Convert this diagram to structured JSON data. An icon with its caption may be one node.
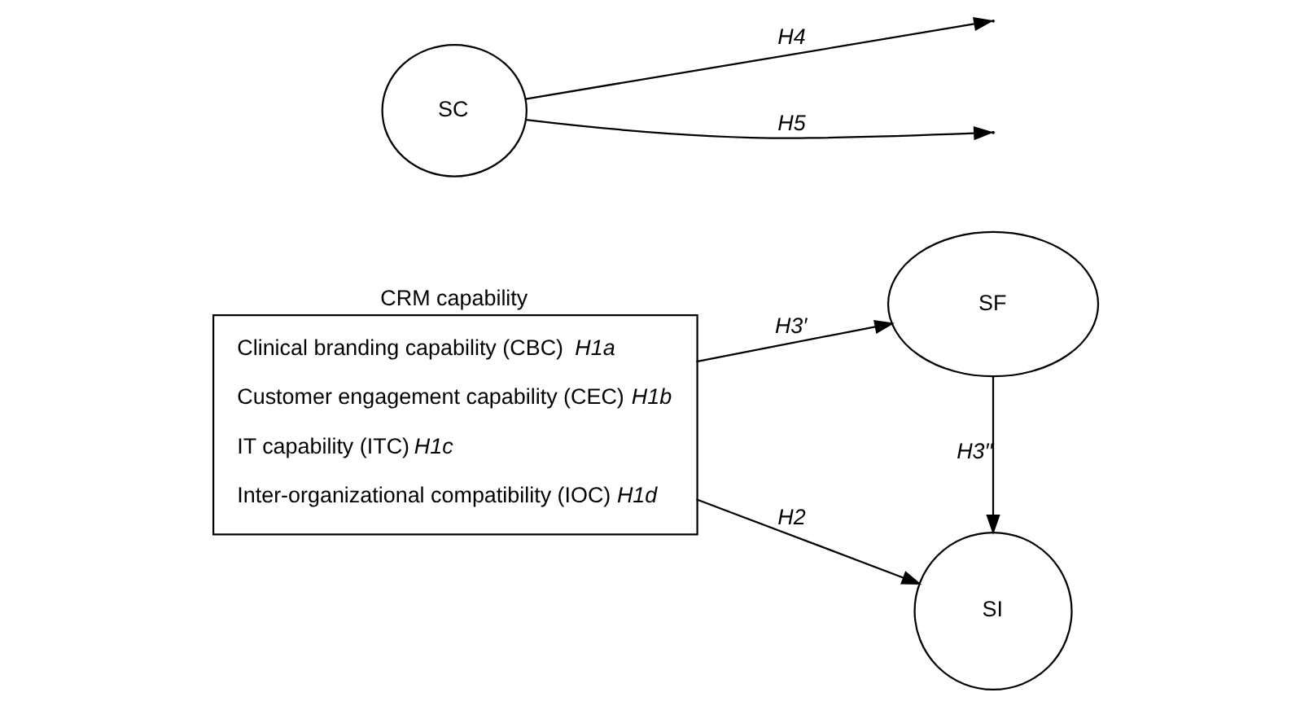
{
  "diagram": {
    "nodes": [
      {
        "text": [
          "CRM capability",
          "Clinical branding capability (CBC) *H1a*",
          "Customer engagement capability (CEC) *H1b*",
          "IT capability (ITC) *H1c*",
          "Inter-organizational compatibility (IOC) *H1d*"
        ]
      },
      {
        "text": [
          "SF"
        ]
      },
      {
        "text": [
          "SI"
        ]
      },
      {
        "text": [
          "SC"
        ]
      }
    ],
    "edges": [
      {
        "from": 0,
        "to": 1,
        "arrow": "to",
        "label": "H3′"
      },
      {
        "from": 0,
        "to": 2,
        "arrow": "to",
        "label": "H2"
      },
      {
        "from": 1,
        "to": 2,
        "arrow": "to",
        "label": "H3′′"
      },
      {
        "from": 3,
        "to": null,
        "arrow": "to",
        "label": "H4"
      },
      {
        "from": 3,
        "to": null,
        "arrow": "to",
        "label": "H5"
      }
    ]
  }
}
